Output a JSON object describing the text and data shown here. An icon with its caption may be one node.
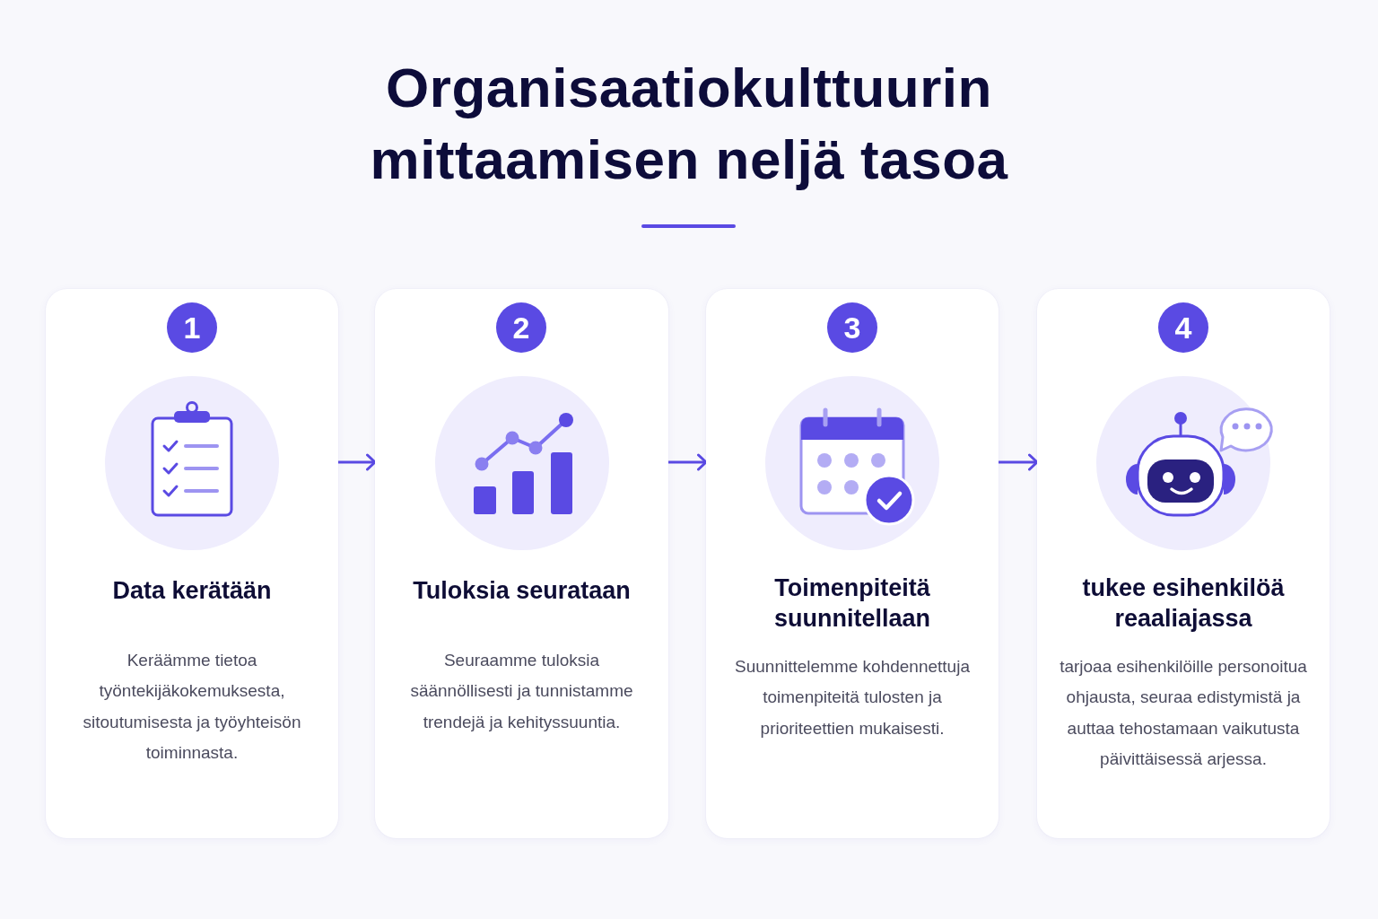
{
  "diagram": {
    "title": "Organisaatiokulttuurin mittaamisen neljä tasoa",
    "nodes": [
      {
        "text": [
          "Data kerätään",
          "Keräämme tietoa työntekijäkokemuksesta, sitoutumisesta ja työyhteisön toiminnasta."
        ]
      },
      {
        "text": [
          "1"
        ],
        "in": 0
      },
      {
        "text": [
          "Tuloksia seurataan",
          "Seuraamme tuloksia säännöllisesti ja tunnistamme trendejä ja kehityssuuntia."
        ]
      },
      {
        "text": [
          "2"
        ],
        "in": 2
      },
      {
        "text": [
          "Toimenpiteitä suunnitellaan",
          "Suunnittelemme kohdennettuja toimenpiteitä tulosten ja prioriteettien mukaisesti."
        ]
      },
      {
        "text": [
          "3"
        ],
        "in": 4
      },
      {
        "text": [
          "tukee esihenkilöä reaaliajassa",
          "tarjoaa esihenkilöille personoitua ohjausta, seuraa edistymistä ja auttaa tehostamaan vaikutusta päivittäisessä arjessa."
        ]
      },
      {
        "text": [
          "4"
        ],
        "in": 6
      }
    ],
    "edges": [
      {
        "from": 0,
        "to": 2,
        "arrow": "to"
      },
      {
        "from": 2,
        "to": 4,
        "arrow": "to"
      },
      {
        "from": 4,
        "to": 6,
        "arrow": "to"
      }
    ]
  }
}
